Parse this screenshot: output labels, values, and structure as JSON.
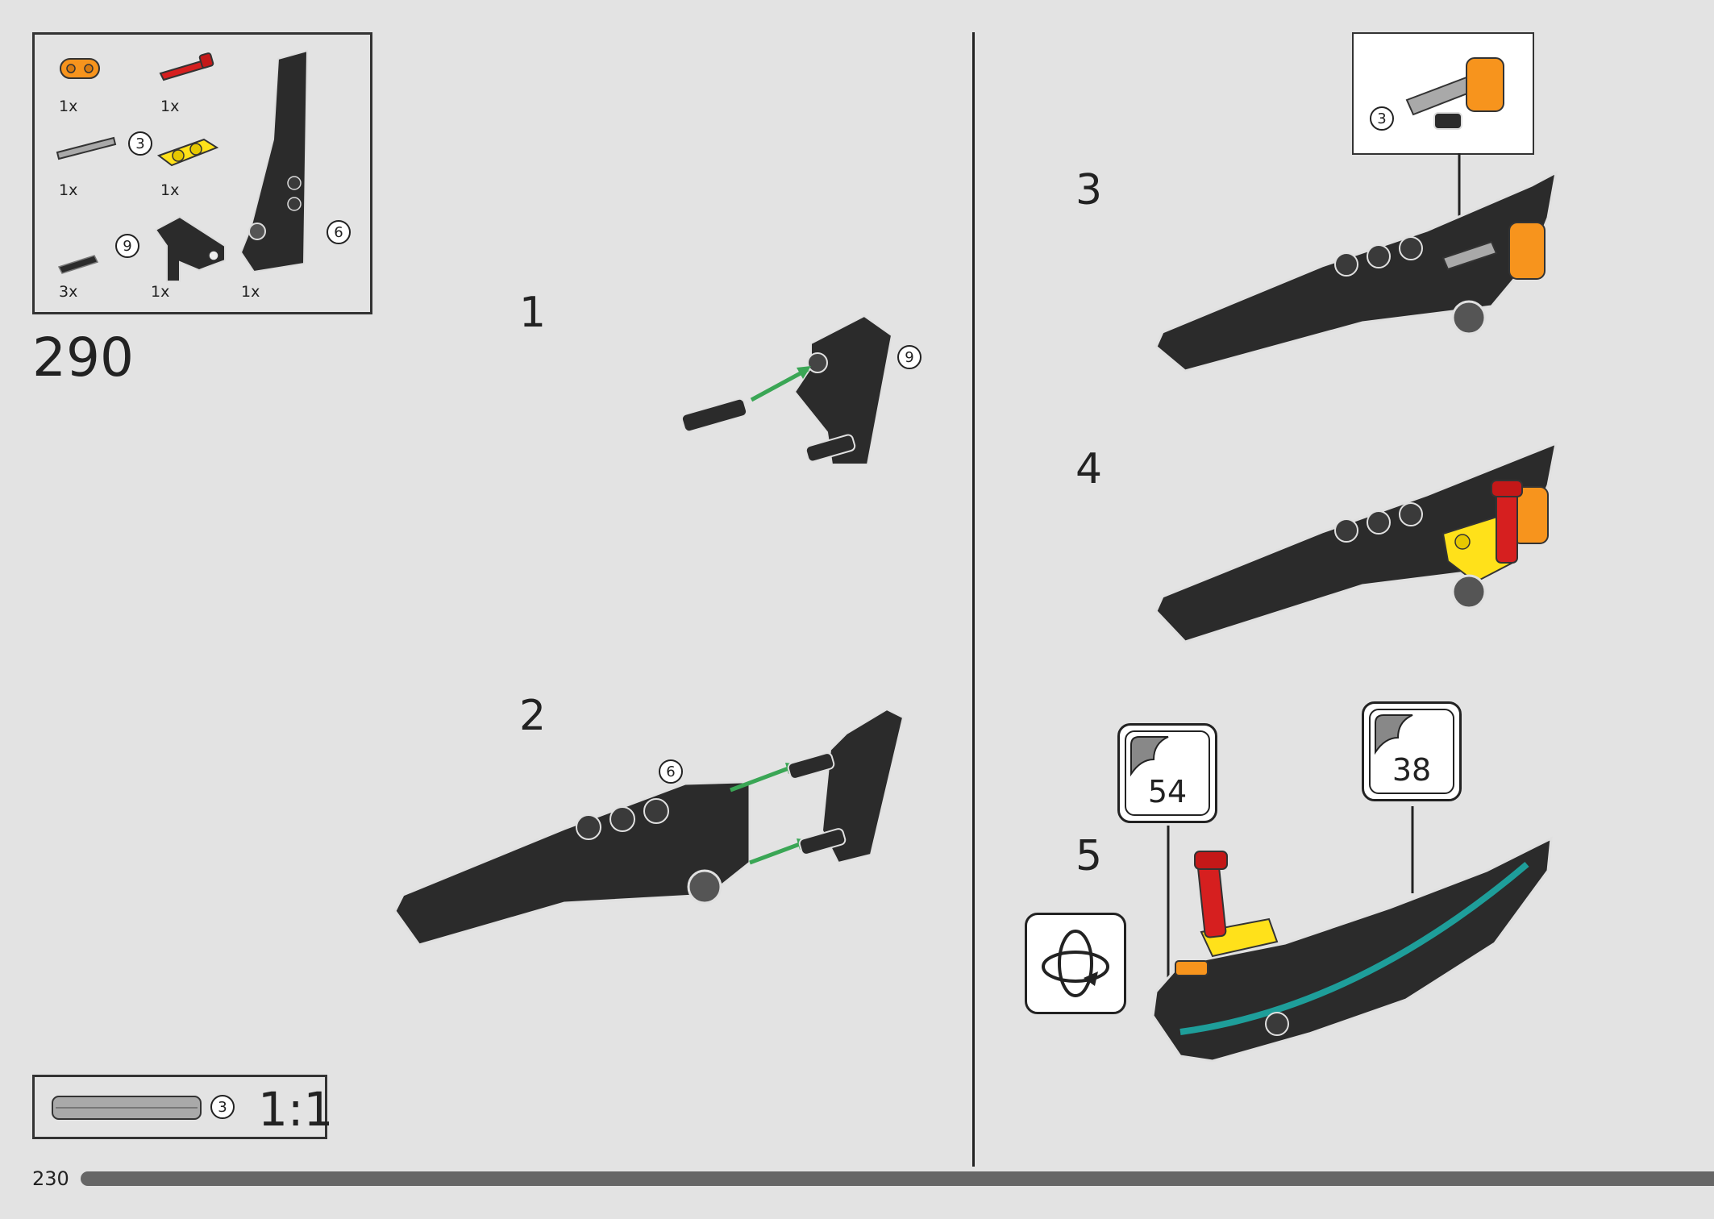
{
  "page": {
    "step_number": "290",
    "page_number": "230"
  },
  "parts_list": {
    "items": [
      {
        "name": "orange-beam",
        "qty": "1x"
      },
      {
        "name": "red-pin",
        "qty": "1x"
      },
      {
        "name": "grey-axle",
        "qty": "1x",
        "length": "3"
      },
      {
        "name": "yellow-connector",
        "qty": "1x"
      },
      {
        "name": "black-pin",
        "qty": "3x"
      },
      {
        "name": "black-bracket",
        "qty": "1x",
        "length": "9"
      },
      {
        "name": "black-panel",
        "qty": "1x",
        "length": "6"
      }
    ]
  },
  "sub_steps": {
    "s1": {
      "label": "1",
      "callout": "9"
    },
    "s2": {
      "label": "2",
      "callout": "6"
    },
    "s3": {
      "label": "3",
      "callout": "3"
    },
    "s4": {
      "label": "4"
    },
    "s5": {
      "label": "5",
      "sticker_a": "54",
      "sticker_b": "38"
    }
  },
  "scale": {
    "length": "3",
    "label": "1:1"
  },
  "colors": {
    "black_part": "#2b2b2b",
    "orange": "#f7941d",
    "red": "#d61f1f",
    "yellow": "#ffe11a",
    "green_arrow": "#3aa655",
    "teal_sticker": "#1e9e9a",
    "grey_axle": "#a9a9a9"
  }
}
